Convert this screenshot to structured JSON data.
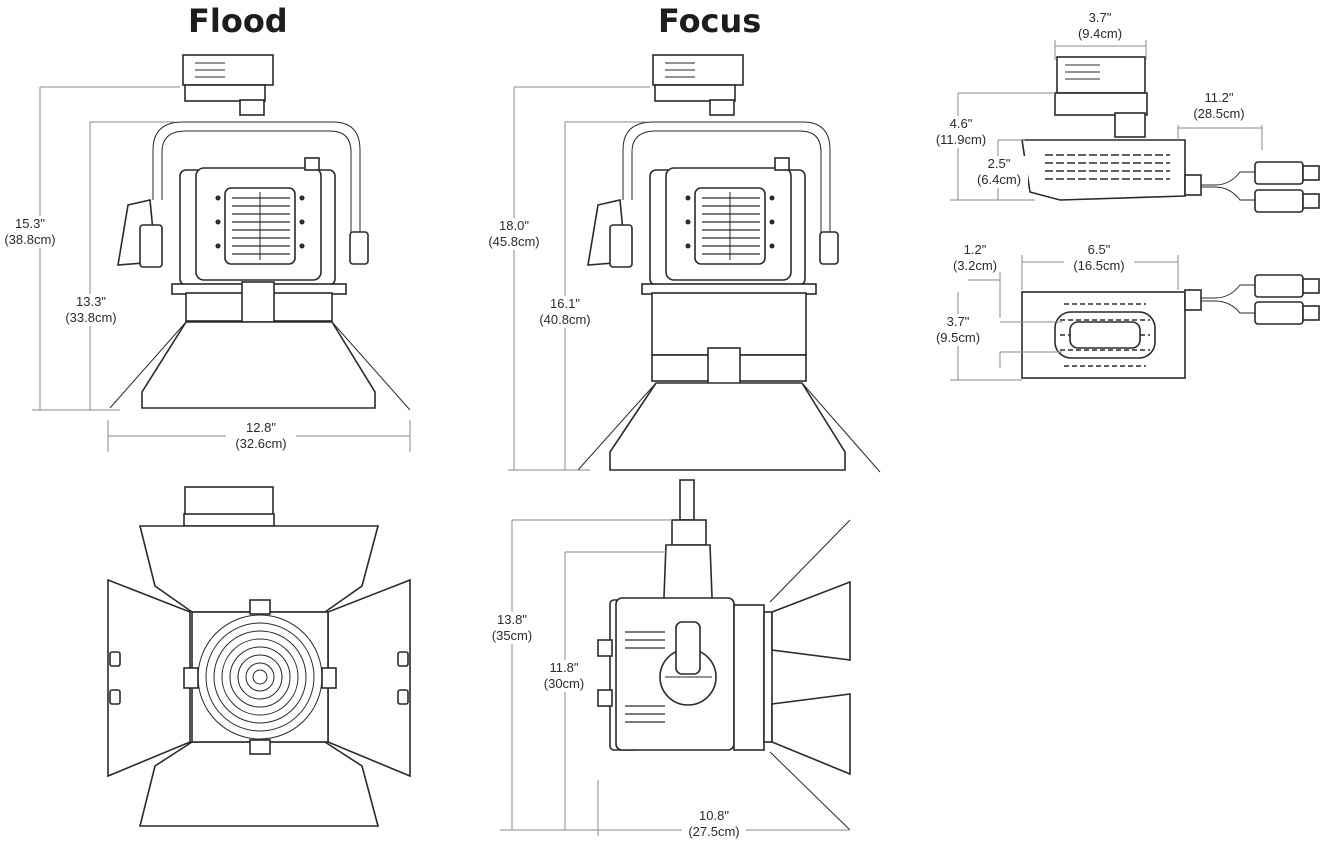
{
  "headings": {
    "flood": "Flood",
    "focus": "Focus"
  },
  "dims": {
    "flood_total_height": {
      "imperial": "15.3\"",
      "metric": "(38.8cm)"
    },
    "flood_body_height": {
      "imperial": "13.3\"",
      "metric": "(33.8cm)"
    },
    "flood_width": {
      "imperial": "12.8\"",
      "metric": "(32.6cm)"
    },
    "focus_total_height": {
      "imperial": "18.0\"",
      "metric": "(45.8cm)"
    },
    "focus_body_height": {
      "imperial": "16.1\"",
      "metric": "(40.8cm)"
    },
    "side_total_height": {
      "imperial": "13.8\"",
      "metric": "(35cm)"
    },
    "side_body_height": {
      "imperial": "11.8\"",
      "metric": "(30cm)"
    },
    "side_depth": {
      "imperial": "10.8\"",
      "metric": "(27.5cm)"
    },
    "adapter_width": {
      "imperial": "3.7\"",
      "metric": "(9.4cm)"
    },
    "adapter_height": {
      "imperial": "4.6\"",
      "metric": "(11.9cm)"
    },
    "box_height": {
      "imperial": "2.5\"",
      "metric": "(6.4cm)"
    },
    "cable_length": {
      "imperial": "11.2\"",
      "metric": "(28.5cm)"
    },
    "box_offset": {
      "imperial": "1.2\"",
      "metric": "(3.2cm)"
    },
    "box_length": {
      "imperial": "6.5\"",
      "metric": "(16.5cm)"
    },
    "box_width": {
      "imperial": "3.7\"",
      "metric": "(9.5cm)"
    }
  }
}
